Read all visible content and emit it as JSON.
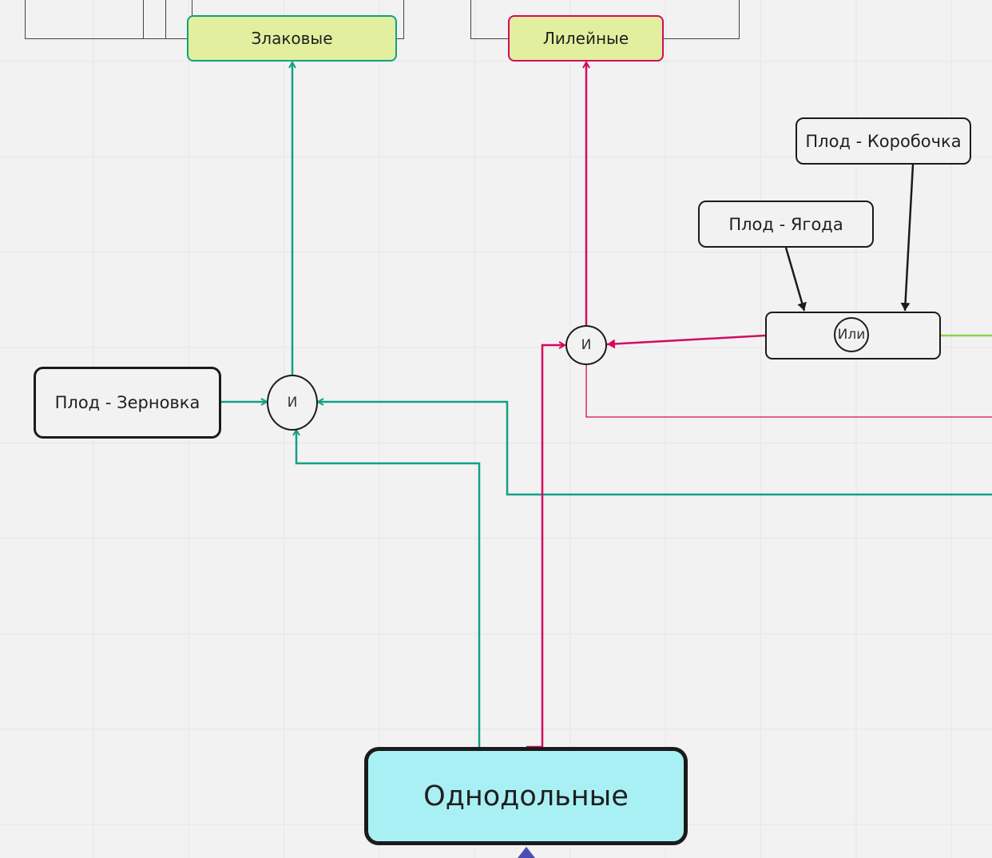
{
  "diagram": {
    "nodes": {
      "zlakovye": "Злаковые",
      "lileynye": "Лилейные",
      "plod_korobochka": "Плод - Коробочка",
      "plod_yagoda": "Плод - Ягода",
      "plod_zernovka": "Плод - Зерновка",
      "gate_and_left": "И",
      "gate_and_right": "И",
      "gate_or": "Или",
      "root": "Однодольные"
    },
    "colors": {
      "teal": "#12a085",
      "magenta": "#d4085f",
      "black": "#1b1b1b",
      "lime": "#8fd14f",
      "navy": "#4a4fb5",
      "category_fill": "#e2ef9f",
      "root_fill": "#a9f0f4"
    }
  }
}
